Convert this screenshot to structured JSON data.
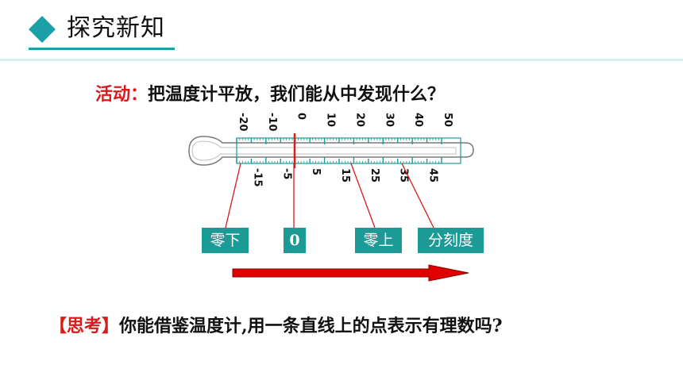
{
  "header": {
    "title": "探究新知",
    "accent_color": "#1aa0a6"
  },
  "activity": {
    "label": "活动：",
    "question": "把温度计平放，我们能从中发现什么？"
  },
  "thermometer": {
    "upper_ticks": [
      "-20",
      "-10",
      "0",
      "10",
      "20",
      "30",
      "40",
      "50"
    ],
    "lower_ticks": [
      "-15",
      "-5",
      "5",
      "15",
      "25",
      "35",
      "45"
    ],
    "color": "#1c9a95",
    "zero_marker_color": "#d81b1b"
  },
  "annotations": {
    "below_zero": "零下",
    "zero": "0",
    "above_zero": "零上",
    "graduation": "分刻度"
  },
  "arrow": {
    "color": "#e00000"
  },
  "think": {
    "label": "【思考】",
    "question": "你能借鉴温度计,用一条直线上的点表示有理数吗?"
  }
}
